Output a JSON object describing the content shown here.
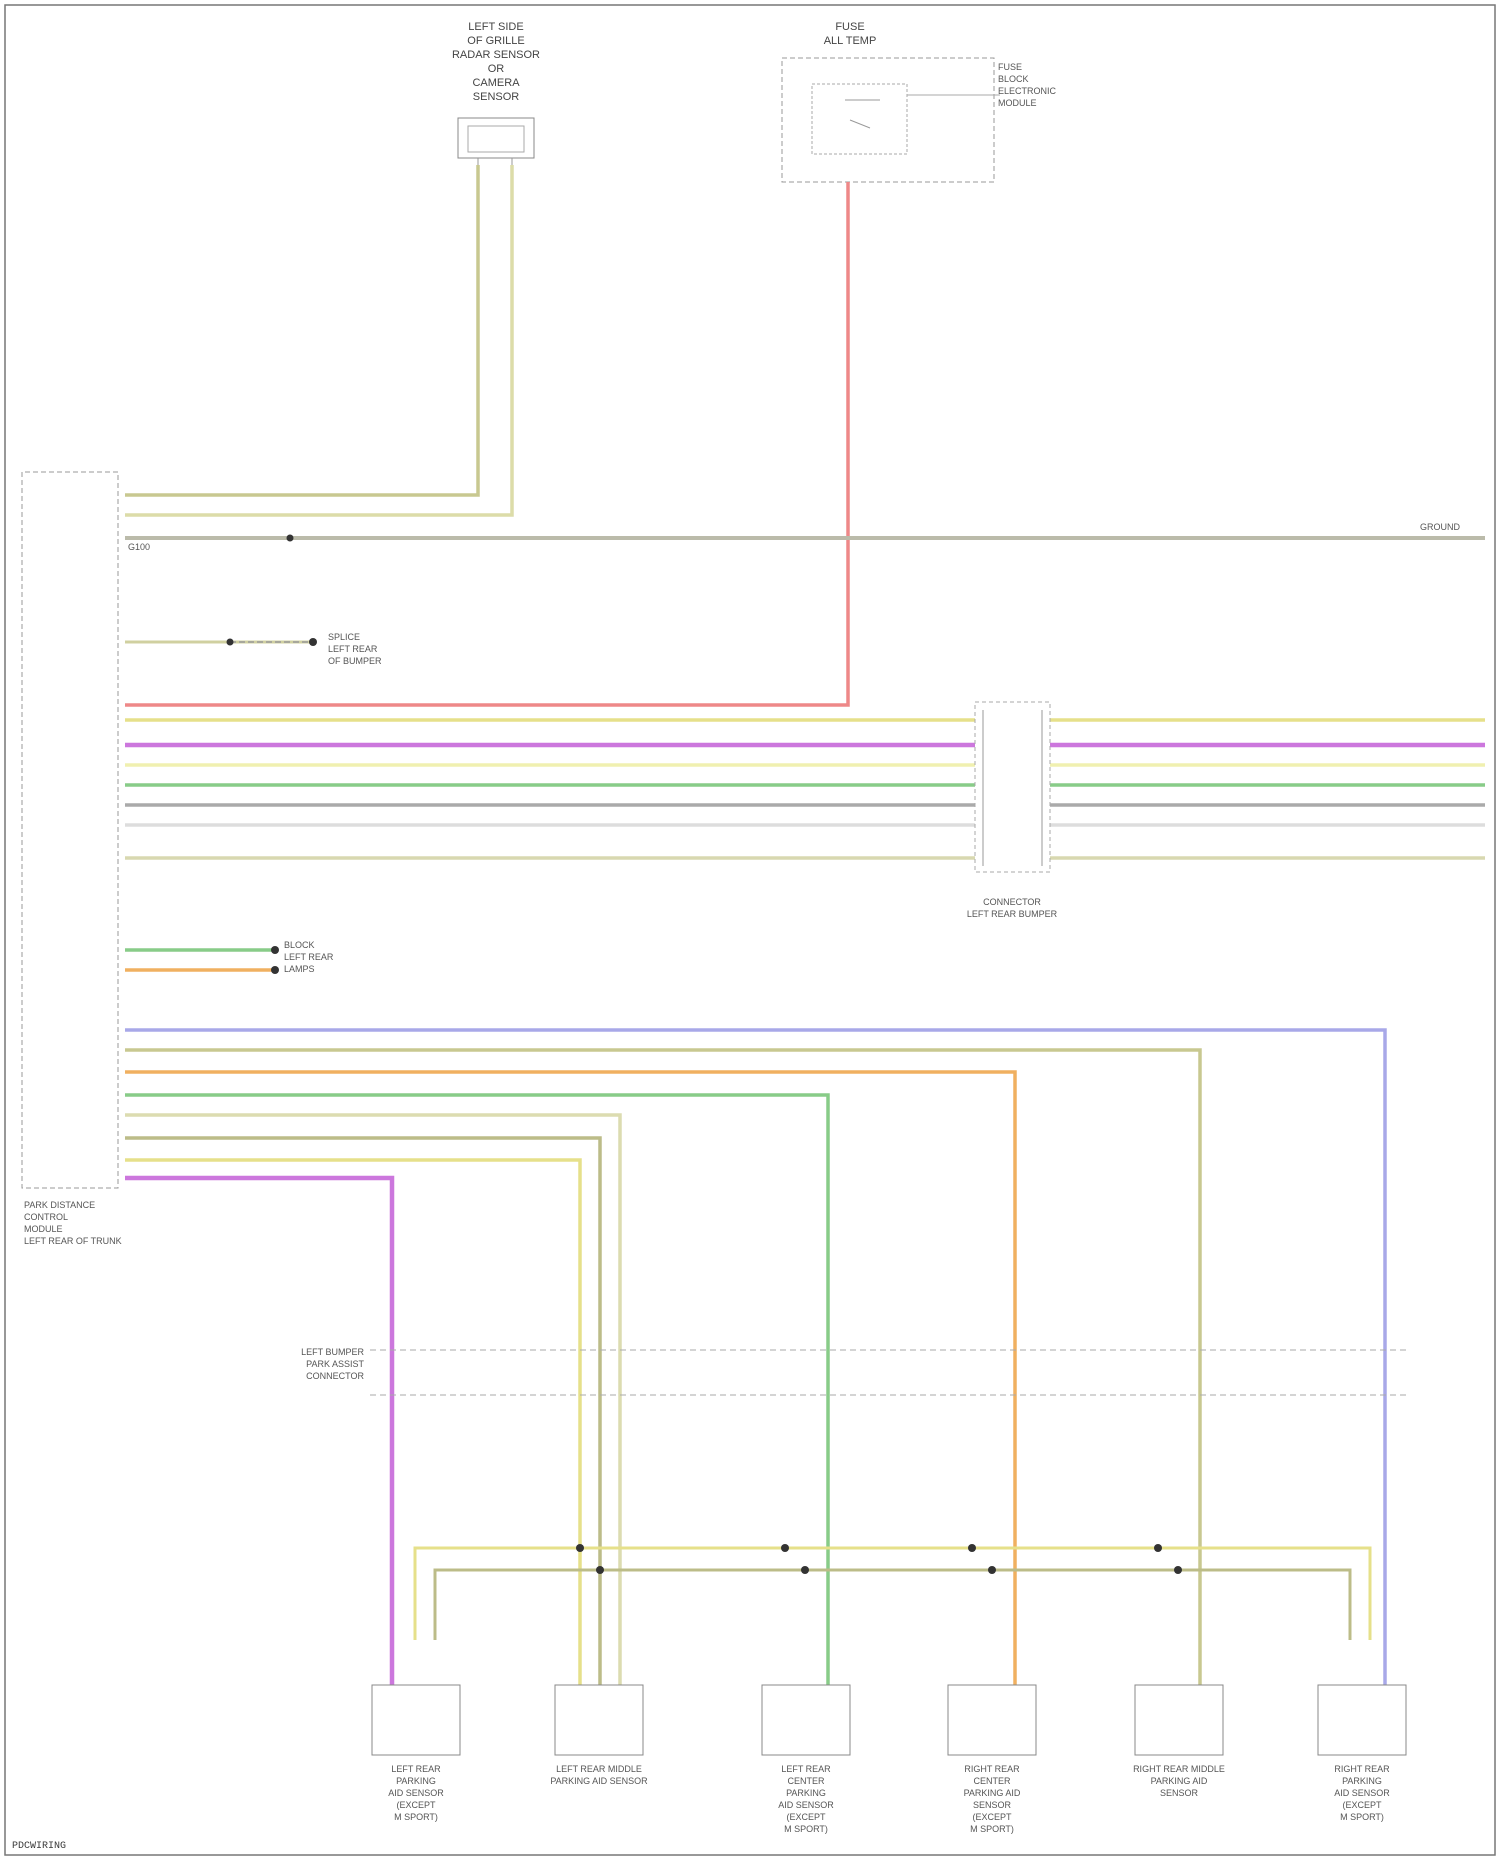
{
  "border_color": "#777777",
  "wire_colors": {
    "pink_red": "#ee8888",
    "yellow": "#e6e08a",
    "magenta": "#cc77dd",
    "green": "#88cc88",
    "gray": "#999999",
    "olive": "#bcbc88",
    "orange": "#f0b060",
    "lavender": "#a8a8e8",
    "dark_olive": "#a8a878"
  },
  "labels": {
    "top_left_sensor": [
      "LEFT SIDE",
      "OF GRILLE",
      "RADAR SENSOR",
      "OR",
      "CAMERA",
      "SENSOR"
    ],
    "top_center_fuse": [
      "FUSE",
      "ALL TEMP"
    ],
    "top_right_fuse": [
      "FUSE",
      "BLOCK",
      "ELECTRONIC",
      "MODULE"
    ],
    "module_left": [
      "PARK DISTANCE",
      "CONTROL",
      "MODULE",
      "LEFT REAR OF TRUNK"
    ],
    "connector_mid": [
      "CONNECTOR",
      "LEFT REAR BUMPER"
    ],
    "ground_right": "GROUND",
    "ground_left": "G100",
    "splice_note": [
      "SPLICE",
      "LEFT REAR",
      "OF BUMPER"
    ],
    "blocks_mid": [
      "BLOCK",
      "LEFT REAR",
      "LAMPS"
    ],
    "connector_lower": [
      "LEFT BUMPER",
      "PARK ASSIST",
      "CONNECTOR"
    ],
    "bottom_sensors": [
      [
        "LEFT REAR",
        "PARKING",
        "AID SENSOR",
        "(EXCEPT",
        "M SPORT)"
      ],
      [
        "LEFT REAR MIDDLE",
        "PARKING AID SENSOR"
      ],
      [
        "LEFT REAR",
        "CENTER",
        "PARKING",
        "AID SENSOR",
        "(EXCEPT",
        "M SPORT)"
      ],
      [
        "RIGHT REAR",
        "CENTER",
        "PARKING AID",
        "SENSOR",
        "(EXCEPT",
        "M SPORT)"
      ],
      [
        "RIGHT REAR MIDDLE",
        "PARKING AID",
        "SENSOR"
      ],
      [
        "RIGHT REAR",
        "PARKING",
        "AID SENSOR",
        "(EXCEPT",
        "M SPORT)"
      ]
    ],
    "footer_code": "PDCWIRING"
  }
}
